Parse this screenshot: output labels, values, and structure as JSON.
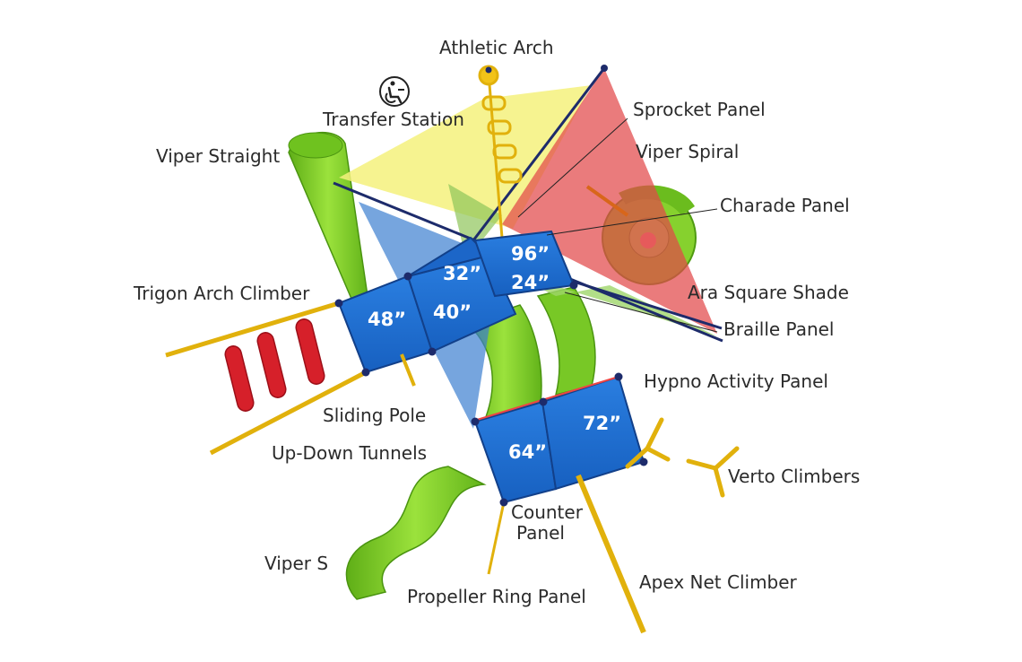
{
  "labels": {
    "athletic_arch": "Athletic Arch",
    "transfer_station": "Transfer Station",
    "viper_straight": "Viper Straight",
    "sprocket_panel": "Sprocket Panel",
    "viper_spiral": "Viper Spiral",
    "charade_panel": "Charade Panel",
    "trigon_arch_climber": "Trigon Arch Climber",
    "ara_square_shade": "Ara Square Shade",
    "braille_panel": "Braille Panel",
    "hypno_activity_panel": "Hypno Activity Panel",
    "sliding_pole": "Sliding Pole",
    "up_down_tunnels": "Up-Down Tunnels",
    "verto_climbers": "Verto Climbers",
    "counter_panel_line1": "Counter",
    "counter_panel_line2": "Panel",
    "viper_s": "Viper S",
    "propeller_ring_panel": "Propeller Ring Panel",
    "apex_net_climber": "Apex Net Climber"
  },
  "deck_heights": {
    "d48": "48”",
    "d40": "40”",
    "d32": "32”",
    "d96": "96”",
    "d24": "24”",
    "d64": "64”",
    "d72": "72”"
  },
  "icons": {
    "accessibility": "wheelchair-transfer-icon"
  },
  "colors": {
    "deck_blue": "#1f6fd0",
    "slide_green": "#7dcc2a",
    "shade_yellow": "#f3f07a",
    "shade_red": "#e2484a",
    "shade_blue": "#3c7fd0",
    "shade_green": "#9fd66a",
    "post_yellow": "#f2c318",
    "climber_red": "#d6202a",
    "frame_navy": "#1d2b6b"
  }
}
